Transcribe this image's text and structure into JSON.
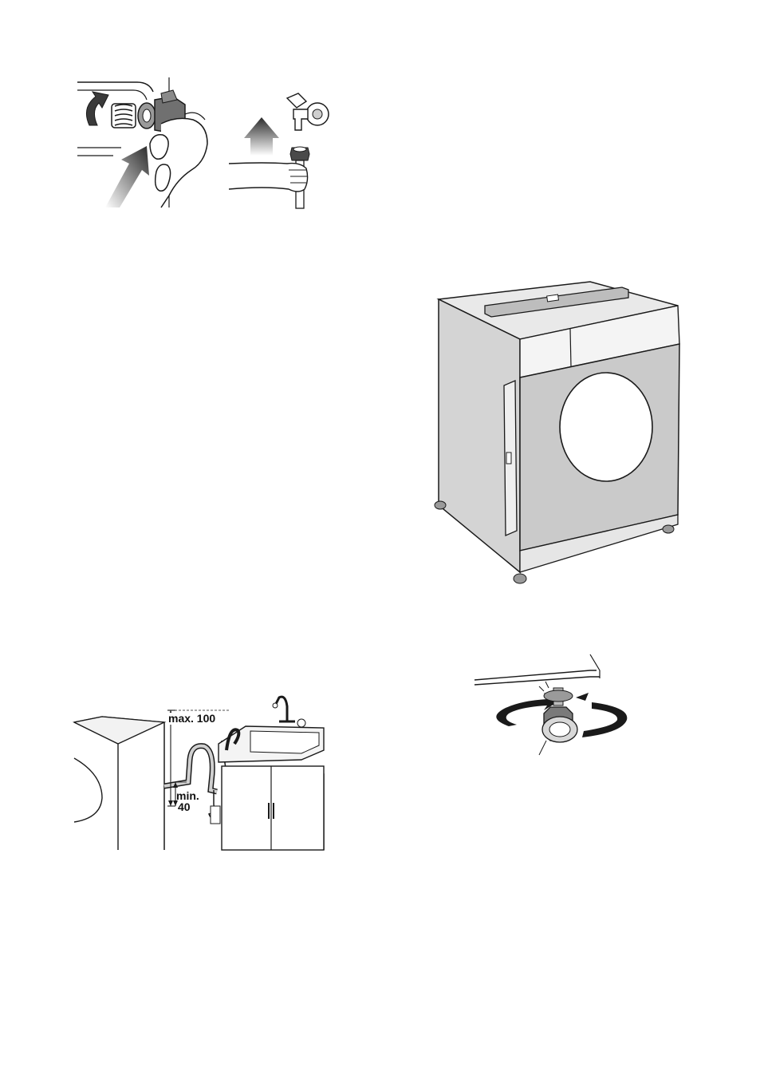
{
  "page": {
    "figures": [
      {
        "id": "hose-connection",
        "icon": "inlet-hose-connection-illustration"
      },
      {
        "id": "appliance",
        "icon": "integrated-washing-machine-illustration"
      },
      {
        "id": "drain",
        "icon": "drain-hose-installation-illustration"
      },
      {
        "id": "foot",
        "icon": "adjustable-foot-illustration"
      }
    ]
  },
  "drain_figure": {
    "max_label": "max. 100",
    "min_label": "min.",
    "min_value": "40"
  },
  "colors": {
    "line": "#1a1a1a",
    "panel_gray": "#cfcfcf",
    "dark_gray": "#6b6b6b",
    "background": "#ffffff"
  }
}
